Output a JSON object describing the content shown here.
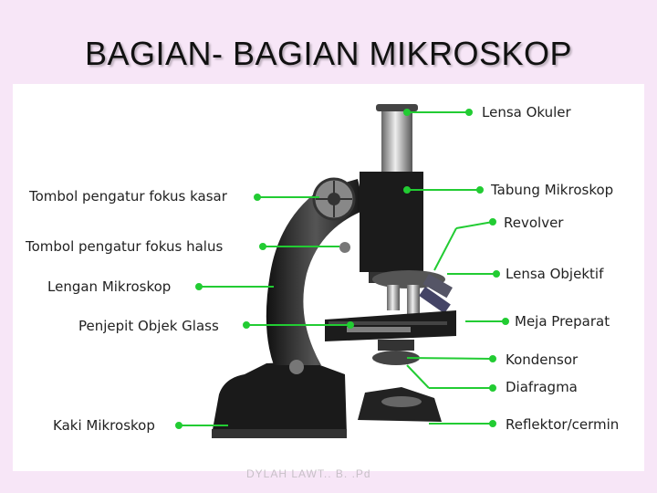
{
  "title": "BAGIAN- BAGIAN MIKROSKOP",
  "labels_left": {
    "kasar": "Tombol pengatur fokus kasar",
    "halus": "Tombol pengatur fokus halus",
    "lengan": "Lengan Mikroskop",
    "penjepit": "Penjepit Objek Glass",
    "kaki": "Kaki Mikroskop"
  },
  "labels_right": {
    "okuler": "Lensa Okuler",
    "tabung": "Tabung Mikroskop",
    "revolver": "Revolver",
    "objektif": "Lensa Objektif",
    "meja": "Meja Preparat",
    "kondensor": "Kondensor",
    "diafragma": "Diafragma",
    "reflektor": "Reflektor/cermin"
  },
  "footer": "DYLAH LAWT.. B. .Pd",
  "colors": {
    "leader": "#22cc33",
    "background": "#f7e6f7"
  }
}
